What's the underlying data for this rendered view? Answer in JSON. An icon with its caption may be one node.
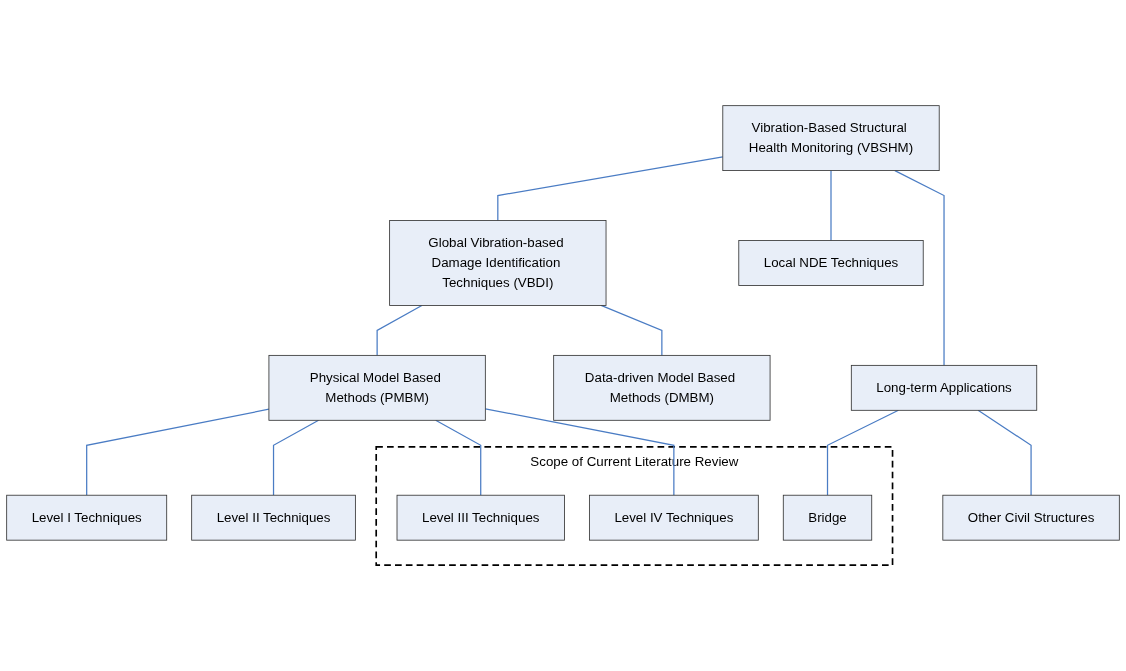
{
  "diagram": {
    "nodes": [
      {
        "text": [
          "Vibration-Based Structural Health Monitoring (VBSHM)"
        ]
      },
      {
        "text": [
          "Global Vibration-based Damage Identification Techniques (VBDI)"
        ]
      },
      {
        "text": [
          "Local NDE Techniques"
        ]
      },
      {
        "text": [
          "Long-term Applications"
        ]
      },
      {
        "text": [
          "Physical Model Based Methods (PMBM)"
        ]
      },
      {
        "text": [
          "Data-driven Model Based Methods (DMBM)"
        ]
      },
      {
        "text": [
          "Level I Techniques"
        ]
      },
      {
        "text": [
          "Level II Techniques"
        ]
      },
      {
        "text": [
          "Scope of Current Literature Review"
        ]
      },
      {
        "text": [
          "Level III Techniques"
        ],
        "in": 8
      },
      {
        "text": [
          "Level IV Techniques"
        ],
        "in": 8
      },
      {
        "text": [
          "Bridge"
        ],
        "in": 8
      },
      {
        "text": [
          "Other Civil Structures"
        ]
      }
    ],
    "edges": [
      {
        "from": 0,
        "to": 1,
        "arrow": "none"
      },
      {
        "from": 0,
        "to": 2,
        "arrow": "none"
      },
      {
        "from": 0,
        "to": 3,
        "arrow": "none"
      },
      {
        "from": 1,
        "to": 4,
        "arrow": "none"
      },
      {
        "from": 1,
        "to": 5,
        "arrow": "none"
      },
      {
        "from": 4,
        "to": 6,
        "arrow": "none"
      },
      {
        "from": 4,
        "to": 7,
        "arrow": "none"
      },
      {
        "from": 4,
        "to": 9,
        "arrow": "none"
      },
      {
        "from": 4,
        "to": 10,
        "arrow": "none"
      },
      {
        "from": 3,
        "to": 11,
        "arrow": "none"
      },
      {
        "from": 3,
        "to": 12,
        "arrow": "none"
      }
    ]
  }
}
